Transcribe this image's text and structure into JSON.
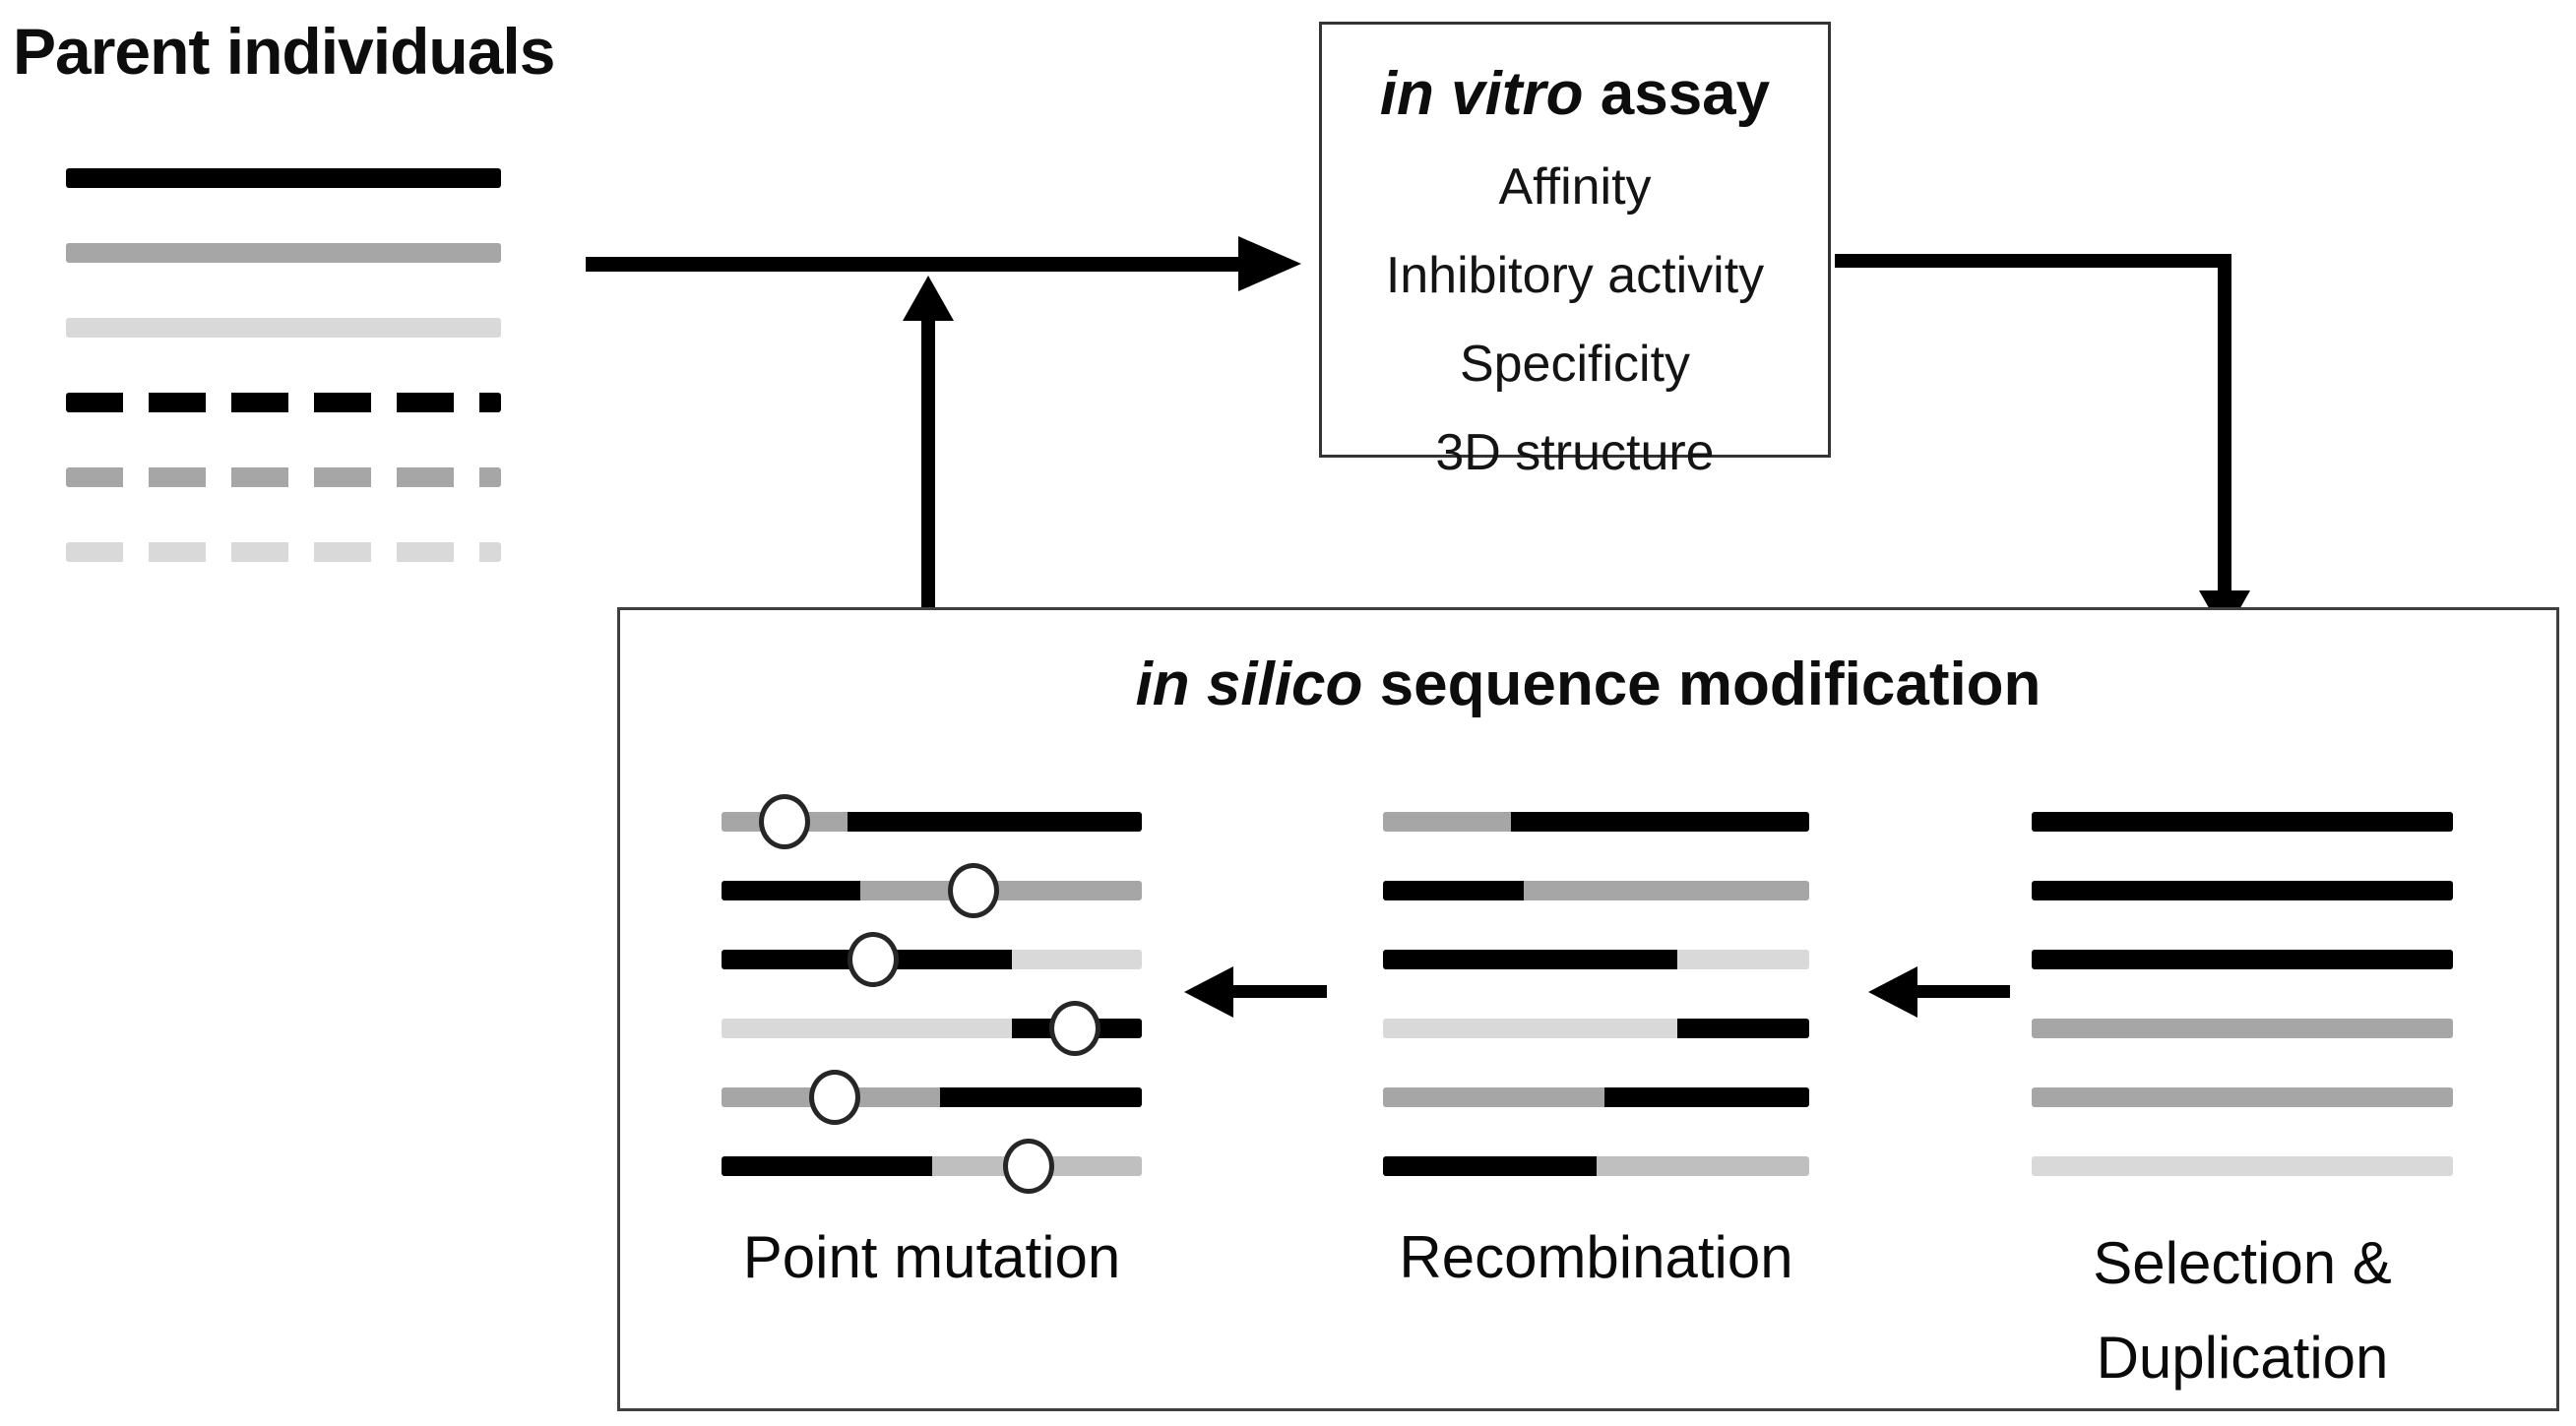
{
  "palette": {
    "black": "#000000",
    "gray": "#a6a6a6",
    "gray_medium": "#bfbfbf",
    "light_gray": "#d9d9d9",
    "box_border": "#3f3f3f"
  },
  "parent_section": {
    "title": "Parent individuals",
    "bars": [
      {
        "style": "solid",
        "color": "black"
      },
      {
        "style": "solid",
        "color": "gray"
      },
      {
        "style": "solid",
        "color": "light_gray"
      },
      {
        "style": "dashed",
        "color": "black"
      },
      {
        "style": "dashed",
        "color": "gray"
      },
      {
        "style": "dashed",
        "color": "light_gray"
      }
    ]
  },
  "assay_box": {
    "title_italic": "in vitro",
    "title_rest": " assay",
    "items": [
      "Affinity",
      "Inhibitory activity",
      "Specificity",
      "3D structure"
    ]
  },
  "silico_box": {
    "title_italic": "in silico",
    "title_rest": " sequence modification",
    "groups": [
      {
        "id": "point-mutation",
        "label": "Point mutation",
        "bars": [
          {
            "segments": [
              {
                "color": "gray",
                "frac": 0.3
              },
              {
                "color": "black",
                "frac": 0.7
              }
            ],
            "circle_frac": 0.15
          },
          {
            "segments": [
              {
                "color": "black",
                "frac": 0.33
              },
              {
                "color": "gray",
                "frac": 0.67
              }
            ],
            "circle_frac": 0.6
          },
          {
            "segments": [
              {
                "color": "black",
                "frac": 0.69
              },
              {
                "color": "light_gray",
                "frac": 0.31
              }
            ],
            "circle_frac": 0.36
          },
          {
            "segments": [
              {
                "color": "light_gray",
                "frac": 0.69
              },
              {
                "color": "black",
                "frac": 0.31
              }
            ],
            "circle_frac": 0.84
          },
          {
            "segments": [
              {
                "color": "gray",
                "frac": 0.52
              },
              {
                "color": "black",
                "frac": 0.48
              }
            ],
            "circle_frac": 0.27
          },
          {
            "segments": [
              {
                "color": "black",
                "frac": 0.5
              },
              {
                "color": "gray_medium",
                "frac": 0.5
              }
            ],
            "circle_frac": 0.73
          }
        ]
      },
      {
        "id": "recombination",
        "label": "Recombination",
        "bars": [
          {
            "segments": [
              {
                "color": "gray",
                "frac": 0.3
              },
              {
                "color": "black",
                "frac": 0.7
              }
            ]
          },
          {
            "segments": [
              {
                "color": "black",
                "frac": 0.33
              },
              {
                "color": "gray",
                "frac": 0.67
              }
            ]
          },
          {
            "segments": [
              {
                "color": "black",
                "frac": 0.69
              },
              {
                "color": "light_gray",
                "frac": 0.31
              }
            ]
          },
          {
            "segments": [
              {
                "color": "light_gray",
                "frac": 0.69
              },
              {
                "color": "black",
                "frac": 0.31
              }
            ]
          },
          {
            "segments": [
              {
                "color": "gray",
                "frac": 0.52
              },
              {
                "color": "black",
                "frac": 0.48
              }
            ]
          },
          {
            "segments": [
              {
                "color": "black",
                "frac": 0.5
              },
              {
                "color": "gray_medium",
                "frac": 0.5
              }
            ]
          }
        ]
      },
      {
        "id": "selection-duplication",
        "label": "Selection & Duplication",
        "label_lines": [
          "Selection &",
          "Duplication"
        ],
        "bars": [
          {
            "segments": [
              {
                "color": "black",
                "frac": 1
              }
            ]
          },
          {
            "segments": [
              {
                "color": "black",
                "frac": 1
              }
            ]
          },
          {
            "segments": [
              {
                "color": "black",
                "frac": 1
              }
            ]
          },
          {
            "segments": [
              {
                "color": "gray",
                "frac": 1
              }
            ]
          },
          {
            "segments": [
              {
                "color": "gray",
                "frac": 1
              }
            ]
          },
          {
            "segments": [
              {
                "color": "light_gray",
                "frac": 1
              }
            ]
          }
        ]
      }
    ]
  }
}
